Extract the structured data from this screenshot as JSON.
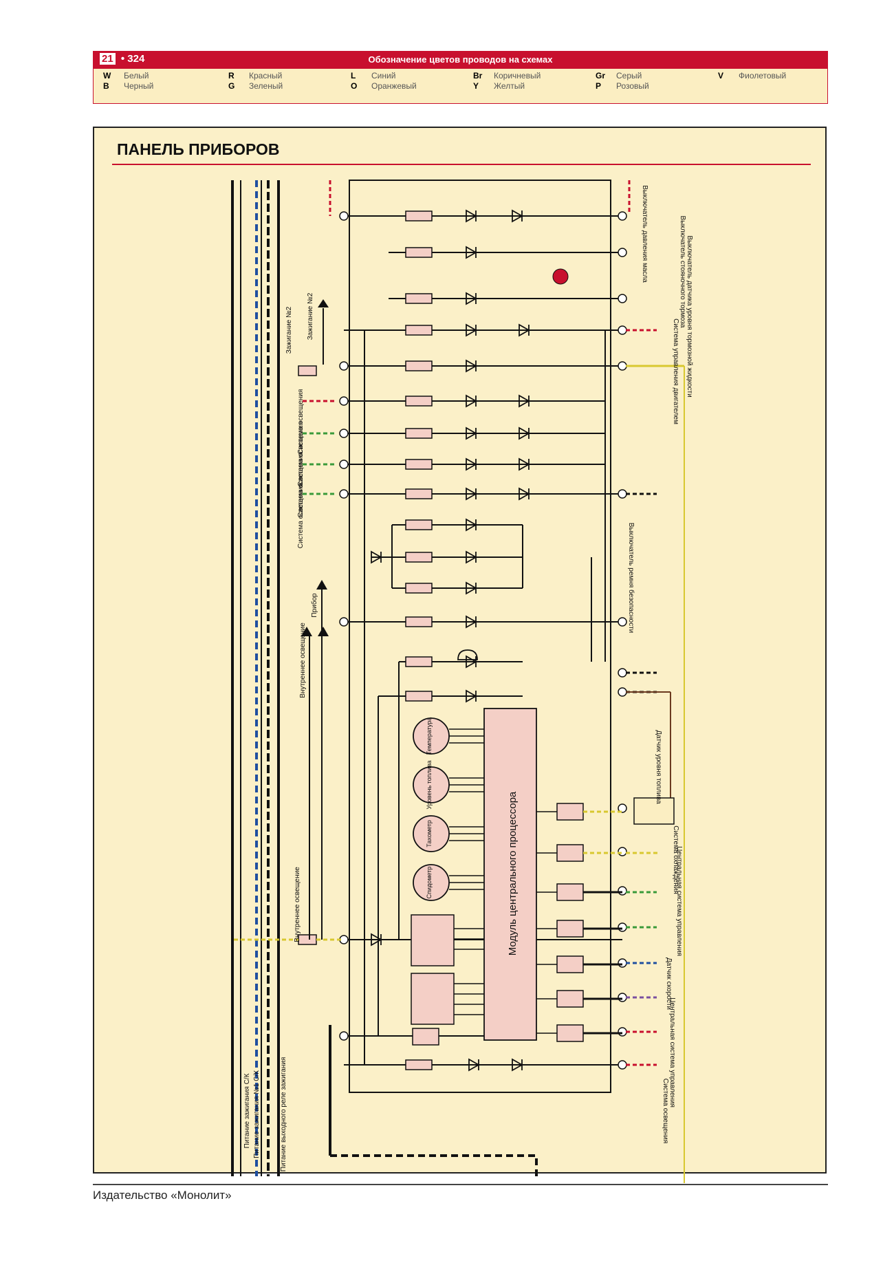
{
  "header": {
    "chapter": "21",
    "page": "324",
    "title": "Обозначение цветов проводов на схемах"
  },
  "legend": [
    {
      "code": "W",
      "name": "Белый"
    },
    {
      "code": "B",
      "name": "Черный"
    },
    {
      "code": "R",
      "name": "Красный"
    },
    {
      "code": "G",
      "name": "Зеленый"
    },
    {
      "code": "L",
      "name": "Синий"
    },
    {
      "code": "O",
      "name": "Оранжевый"
    },
    {
      "code": "Br",
      "name": "Коричневый"
    },
    {
      "code": "Y",
      "name": "Желтый"
    },
    {
      "code": "Gr",
      "name": "Серый"
    },
    {
      "code": "P",
      "name": "Розовый"
    },
    {
      "code": "V",
      "name": "Фиолетовый"
    }
  ],
  "section_title": "ПАНЕЛЬ ПРИБОРОВ",
  "footer": "Издательство «Монолит»",
  "diagram": {
    "cpu_module": "Модуль центрального процессора",
    "gauges": [
      "Температура",
      "Уровень топлива",
      "Тахометр",
      "Спидометр"
    ],
    "left_labels": {
      "ignition2": "Зажигание №2",
      "interior_light_top": "Внутреннее освещение",
      "device": "Прибор",
      "interior_light_bottom": "Внутреннее освещение",
      "power_ign": "Питание зажигания С/К",
      "power_ign2": "Питание зажигания №1 С/К",
      "relay_power": "Питание выходного реле зажигания",
      "lighting": "Система освещения"
    },
    "right_labels": {
      "oil": "Выключатель давления масла",
      "brake": "Выключатель стояночного тормоза",
      "brake_fluid": "Выключатель датчика уровня тормозной жидкости",
      "control": "Система управления двигателем",
      "belt": "Выключатель ремня безопасности",
      "fuel_sensor": "Датчик уровня топлива",
      "cooling": "Система охлаждения",
      "central": "Центральная система управления",
      "sensor": "Датчик скорости",
      "lighting": "Система освещения"
    },
    "colors": {
      "wire": "#111111",
      "component_fill": "#f4cfc6",
      "panel_bg": "#fbf0c8",
      "accent_red": "#c8102e",
      "wire_blue": "#1f4fa0",
      "wire_green": "#3a9a3a",
      "wire_yellow": "#d8c830"
    }
  }
}
